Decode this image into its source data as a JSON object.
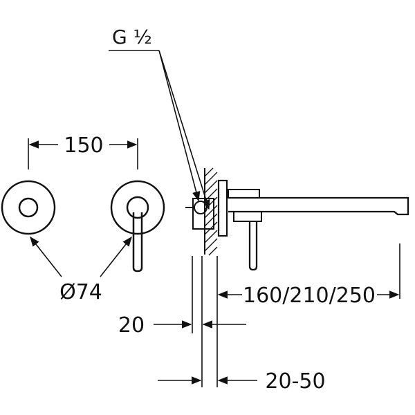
{
  "drawing": {
    "thread_label": "G ½",
    "width_dim": "150",
    "diameter_dim": "Ø74",
    "spout_length_dim": "160/210/250",
    "plate_dim": "20",
    "depth_dim": "20-50"
  }
}
